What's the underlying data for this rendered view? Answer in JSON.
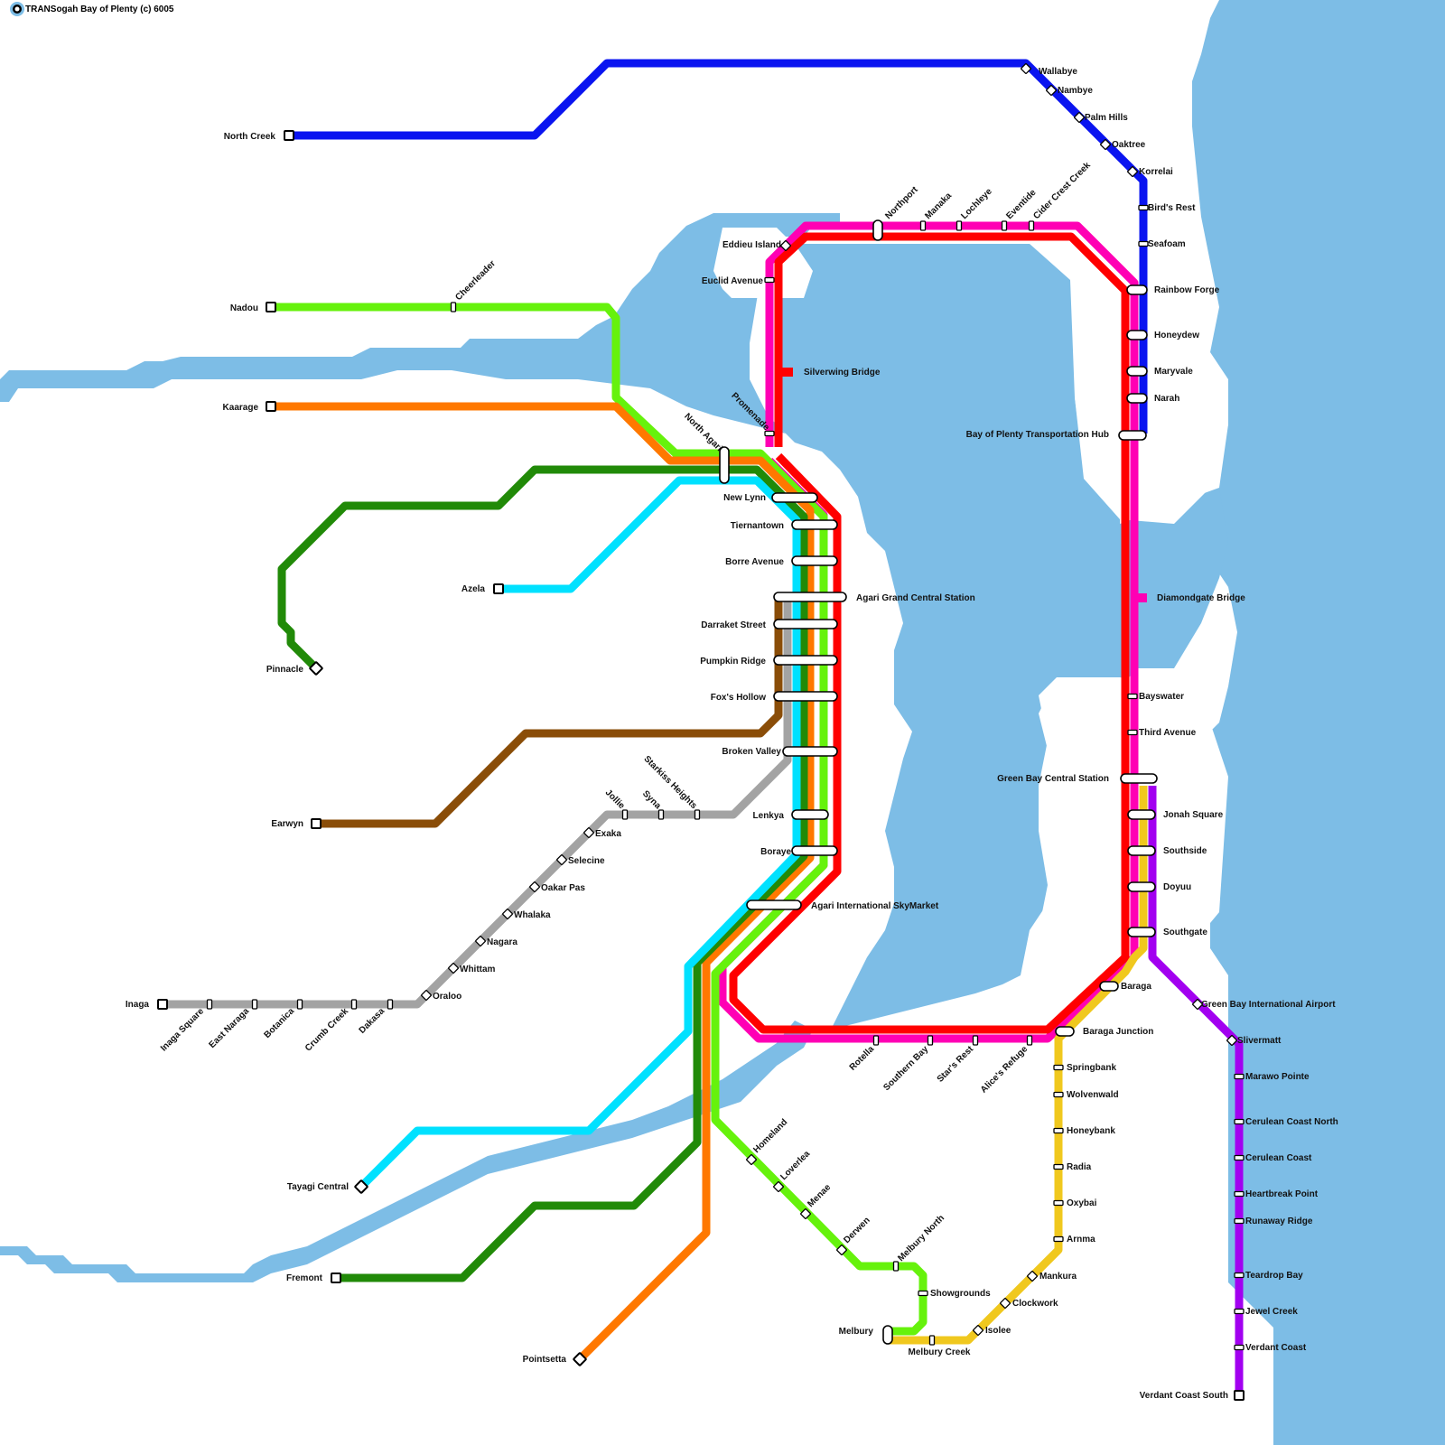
{
  "title": "TRANSogah Bay of Plenty (c) 6005",
  "colors": {
    "water": "#7dbde6",
    "blue": "#0a14f0",
    "red": "#ff0000",
    "magenta": "#ff00b4",
    "lime": "#66f20c",
    "orange": "#ff7800",
    "darkgreen": "#218a08",
    "cyan": "#00e1ff",
    "brown": "#8a4d08",
    "grey": "#a3a3a3",
    "yellow": "#f0c81e",
    "purple": "#a200f0"
  },
  "stations": [
    {
      "id": "north-creek",
      "name": "North Creek"
    },
    {
      "id": "wallabye",
      "name": "Wallabye"
    },
    {
      "id": "nambye",
      "name": "Nambye"
    },
    {
      "id": "palm-hills",
      "name": "Palm Hills"
    },
    {
      "id": "oaktree",
      "name": "Oaktree"
    },
    {
      "id": "korrelai",
      "name": "Korrelai"
    },
    {
      "id": "birds-rest",
      "name": "Bird's Rest"
    },
    {
      "id": "seafoam",
      "name": "Seafoam"
    },
    {
      "id": "rainbow-forge",
      "name": "Rainbow Forge"
    },
    {
      "id": "honeydew",
      "name": "Honeydew"
    },
    {
      "id": "maryvale",
      "name": "Maryvale"
    },
    {
      "id": "narah",
      "name": "Narah"
    },
    {
      "id": "bop-hub",
      "name": "Bay of Plenty Transportation Hub"
    },
    {
      "id": "diamondgate-bridge",
      "name": "Diamondgate Bridge"
    },
    {
      "id": "bayswater",
      "name": "Bayswater"
    },
    {
      "id": "third-avenue",
      "name": "Third Avenue"
    },
    {
      "id": "green-bay-central",
      "name": "Green Bay Central Station"
    },
    {
      "id": "jonah-square",
      "name": "Jonah Square"
    },
    {
      "id": "southside",
      "name": "Southside"
    },
    {
      "id": "doyuu",
      "name": "Doyuu"
    },
    {
      "id": "southgate",
      "name": "Southgate"
    },
    {
      "id": "baraga",
      "name": "Baraga"
    },
    {
      "id": "baraga-junction",
      "name": "Baraga Junction"
    },
    {
      "id": "gb-airport",
      "name": "Green Bay International Airport"
    },
    {
      "id": "slivermatt",
      "name": "Slivermatt"
    },
    {
      "id": "marawo-pointe",
      "name": "Marawo Pointe"
    },
    {
      "id": "cerulean-coast-north",
      "name": "Cerulean Coast North"
    },
    {
      "id": "cerulean-coast",
      "name": "Cerulean Coast"
    },
    {
      "id": "heartbreak-point",
      "name": "Heartbreak Point"
    },
    {
      "id": "runaway-ridge",
      "name": "Runaway Ridge"
    },
    {
      "id": "teardrop-bay",
      "name": "Teardrop Bay"
    },
    {
      "id": "jewel-creek",
      "name": "Jewel Creek"
    },
    {
      "id": "verdant-coast",
      "name": "Verdant Coast"
    },
    {
      "id": "verdant-coast-south",
      "name": "Verdant Coast South"
    },
    {
      "id": "springbank",
      "name": "Springbank"
    },
    {
      "id": "wolvenwald",
      "name": "Wolvenwald"
    },
    {
      "id": "honeybank",
      "name": "Honeybank"
    },
    {
      "id": "radia",
      "name": "Radia"
    },
    {
      "id": "oxybai",
      "name": "Oxybai"
    },
    {
      "id": "arnma",
      "name": "Arnma"
    },
    {
      "id": "mankura",
      "name": "Mankura"
    },
    {
      "id": "clockwork",
      "name": "Clockwork"
    },
    {
      "id": "isolee",
      "name": "Isolee"
    },
    {
      "id": "melbury-creek",
      "name": "Melbury Creek"
    },
    {
      "id": "melbury",
      "name": "Melbury"
    },
    {
      "id": "showgrounds",
      "name": "Showgrounds"
    },
    {
      "id": "melbury-north",
      "name": "Melbury North"
    },
    {
      "id": "derwen",
      "name": "Derwen"
    },
    {
      "id": "menae",
      "name": "Menae"
    },
    {
      "id": "loverlea",
      "name": "Loverlea"
    },
    {
      "id": "homeland",
      "name": "Homeland"
    },
    {
      "id": "pointsetta",
      "name": "Pointsetta"
    },
    {
      "id": "fremont",
      "name": "Fremont"
    },
    {
      "id": "tayagi-central",
      "name": "Tayagi Central"
    },
    {
      "id": "rotella",
      "name": "Rotella"
    },
    {
      "id": "southern-bay",
      "name": "Southern Bay"
    },
    {
      "id": "stars-rest",
      "name": "Star's Rest"
    },
    {
      "id": "alices-refuge",
      "name": "Alice's Refuge"
    },
    {
      "id": "agari-skymarket",
      "name": "Agari International SkyMarket"
    },
    {
      "id": "boraye",
      "name": "Boraye"
    },
    {
      "id": "lenkya",
      "name": "Lenkya"
    },
    {
      "id": "broken-valley",
      "name": "Broken Valley"
    },
    {
      "id": "foxs-hollow",
      "name": "Fox's Hollow"
    },
    {
      "id": "pumpkin-ridge",
      "name": "Pumpkin Ridge"
    },
    {
      "id": "darraket-street",
      "name": "Darraket Street"
    },
    {
      "id": "agari-gcs",
      "name": "Agari Grand Central Station"
    },
    {
      "id": "borre-avenue",
      "name": "Borre Avenue"
    },
    {
      "id": "tiernantown",
      "name": "Tiernantown"
    },
    {
      "id": "new-lynn",
      "name": "New Lynn"
    },
    {
      "id": "north-agari",
      "name": "North Agari"
    },
    {
      "id": "promenade",
      "name": "Promenade"
    },
    {
      "id": "silverwing-bridge",
      "name": "Silverwing Bridge"
    },
    {
      "id": "euclid-avenue",
      "name": "Euclid Avenue"
    },
    {
      "id": "eddieu-island",
      "name": "Eddieu Island"
    },
    {
      "id": "northport",
      "name": "Northport"
    },
    {
      "id": "manaka",
      "name": "Manaka"
    },
    {
      "id": "lochleye",
      "name": "Lochleye"
    },
    {
      "id": "eventide",
      "name": "Eventide"
    },
    {
      "id": "cider-crest-creek",
      "name": "Cider Crest Creek"
    },
    {
      "id": "nadou",
      "name": "Nadou"
    },
    {
      "id": "cheerleader",
      "name": "Cheerleader"
    },
    {
      "id": "kaarage",
      "name": "Kaarage"
    },
    {
      "id": "azela",
      "name": "Azela"
    },
    {
      "id": "pinnacle",
      "name": "Pinnacle"
    },
    {
      "id": "earwyn",
      "name": "Earwyn"
    },
    {
      "id": "inaga",
      "name": "Inaga"
    },
    {
      "id": "inaga-square",
      "name": "Inaga Square"
    },
    {
      "id": "east-naraga",
      "name": "East Naraga"
    },
    {
      "id": "botanica",
      "name": "Botanica"
    },
    {
      "id": "crumb-creek",
      "name": "Crumb Creek"
    },
    {
      "id": "dakasa",
      "name": "Dakasa"
    },
    {
      "id": "oraloo",
      "name": "Oraloo"
    },
    {
      "id": "whittam",
      "name": "Whittam"
    },
    {
      "id": "nagara",
      "name": "Nagara"
    },
    {
      "id": "whalaka",
      "name": "Whalaka"
    },
    {
      "id": "oakar-pas",
      "name": "Oakar Pas"
    },
    {
      "id": "selecine",
      "name": "Selecine"
    },
    {
      "id": "exaka",
      "name": "Exaka"
    },
    {
      "id": "jollie",
      "name": "Jollie"
    },
    {
      "id": "syna",
      "name": "Syna"
    },
    {
      "id": "starkiss-heights",
      "name": "Starkiss Heights"
    }
  ]
}
